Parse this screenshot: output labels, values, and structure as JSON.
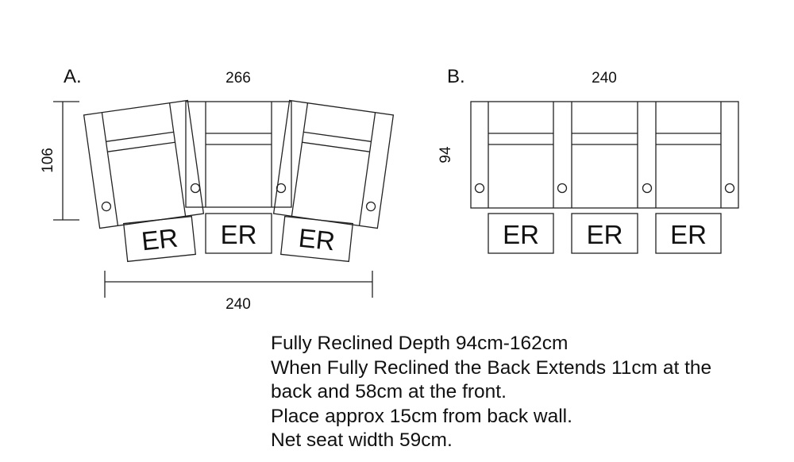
{
  "layout_a": {
    "label": "A.",
    "width_top": "266",
    "width_bottom": "240",
    "depth": "106",
    "footrest_labels": [
      "ER",
      "ER",
      "ER"
    ]
  },
  "layout_b": {
    "label": "B.",
    "width_top": "240",
    "depth": "94",
    "footrest_labels": [
      "ER",
      "ER",
      "ER"
    ]
  },
  "notes": [
    "Fully Reclined Depth 94cm-162cm",
    "When Fully Reclined the Back Extends 11cm at the",
    "back and 58cm at the front.",
    "Place approx 15cm from back wall.",
    "Net seat width 59cm."
  ]
}
